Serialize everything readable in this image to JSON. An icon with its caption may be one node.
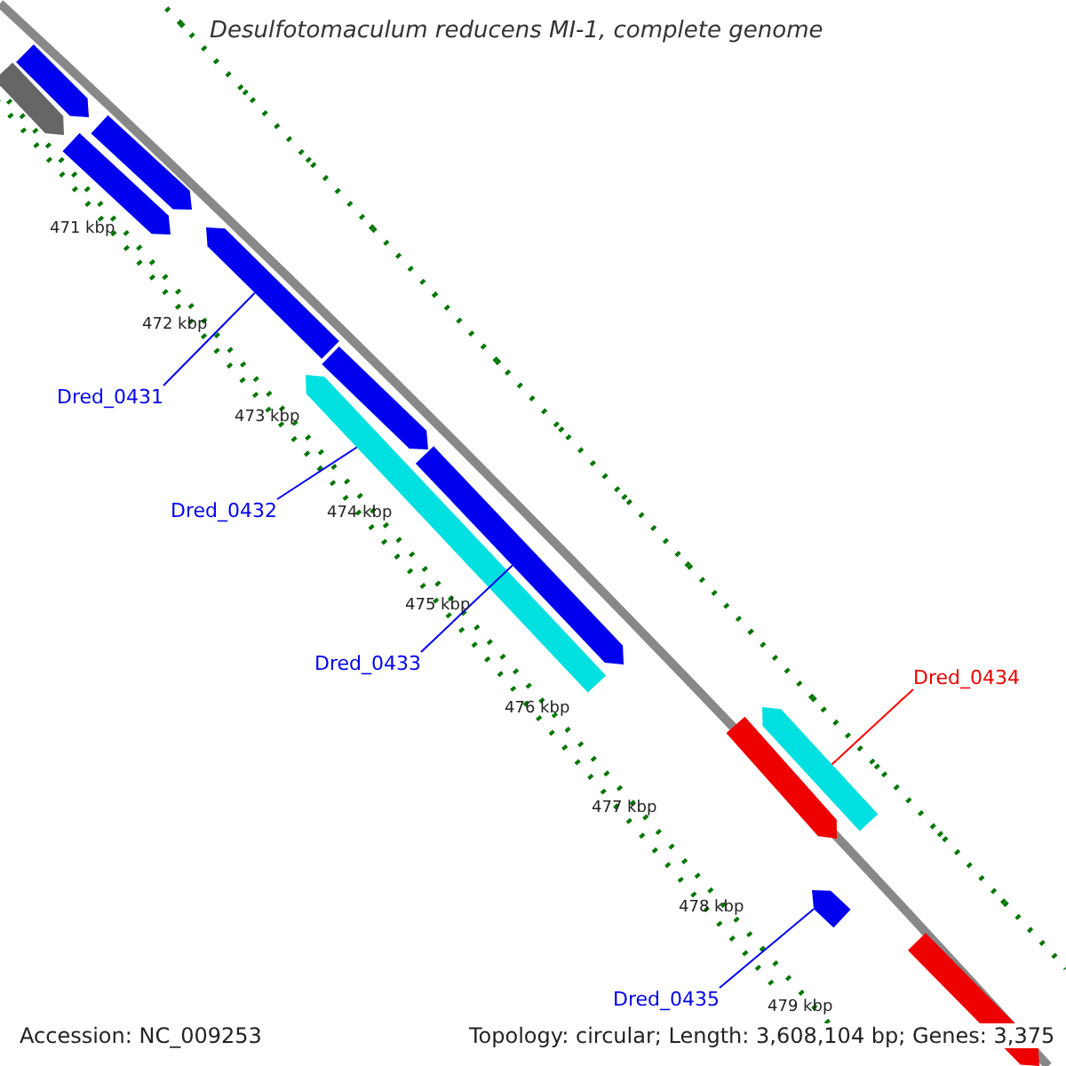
{
  "diagram": {
    "title": "Desulfotomaculum reducens MI-1, complete genome",
    "nodes": [
      {
        "text": [],
        "shape": "bar"
      },
      {
        "text": [],
        "shape": "bar"
      },
      {
        "text": [],
        "shape": "bar"
      },
      {
        "text": [],
        "shape": "bar"
      },
      {
        "text": [],
        "shape": "bar"
      },
      {
        "text": [],
        "shape": "bar"
      },
      {
        "text": [],
        "shape": "bar"
      },
      {
        "text": [],
        "shape": "bar"
      },
      {
        "text": [],
        "shape": "bar"
      },
      {
        "text": [],
        "shape": "bar"
      },
      {
        "text": [],
        "shape": "bar"
      },
      {
        "text": [],
        "shape": "bar"
      },
      {
        "text": [
          "Dred_0431"
        ]
      },
      {
        "text": [
          "Dred_0432"
        ]
      },
      {
        "text": [
          "Dred_0433"
        ]
      },
      {
        "text": [
          "Dred_0434"
        ]
      },
      {
        "text": [
          "Dred_0435"
        ]
      }
    ],
    "edges": [
      {
        "from": 12,
        "to": 4,
        "arrow": "none"
      },
      {
        "from": 13,
        "to": 6,
        "arrow": "none"
      },
      {
        "from": 14,
        "to": 7,
        "arrow": "none"
      },
      {
        "from": 15,
        "to": 10,
        "arrow": "none",
        "color": "#ff0000"
      },
      {
        "from": 16,
        "to": 8,
        "arrow": "none"
      }
    ],
    "labels": [
      "471 kbp",
      "472 kbp",
      "473 kbp",
      "474 kbp",
      "475 kbp",
      "476 kbp",
      "477 kbp",
      "478 kbp",
      "479 kbp",
      "Accession: NC_009253",
      "Topology: circular; Length: 3,608,104 bp; Genes: 3,375"
    ]
  }
}
